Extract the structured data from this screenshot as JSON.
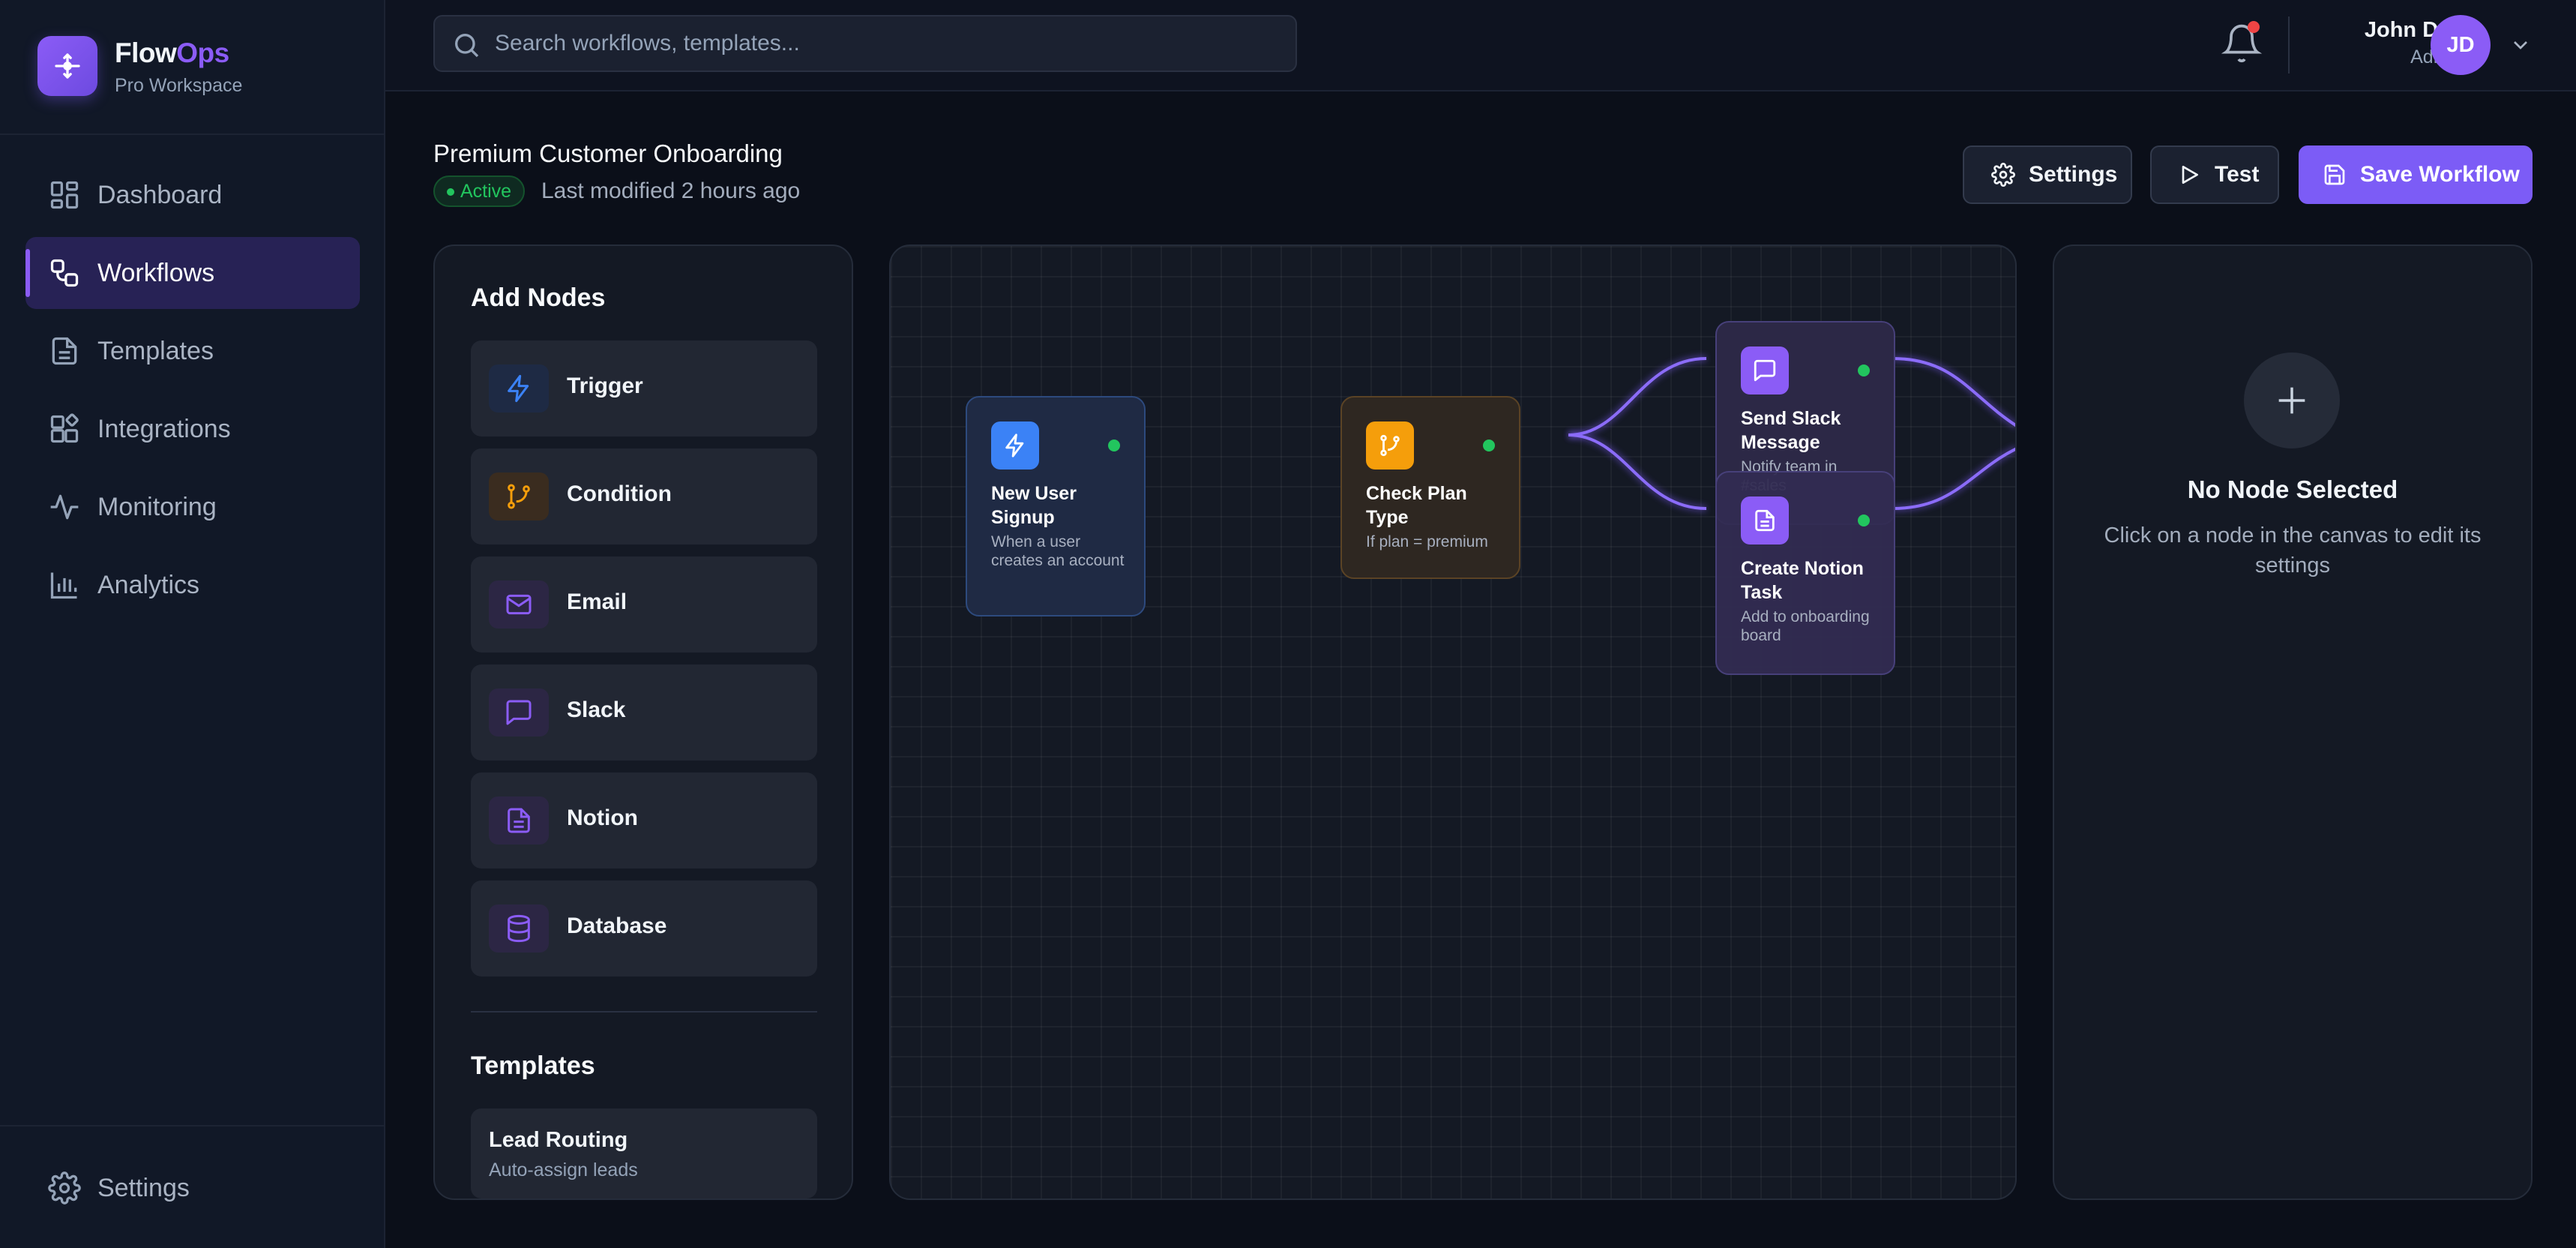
{
  "app": {
    "name_primary": "Flow",
    "name_accent": "Ops",
    "workspace": "Pro Workspace"
  },
  "sidebar": {
    "items": [
      {
        "label": "Dashboard",
        "icon": "dashboard-icon"
      },
      {
        "label": "Workflows",
        "icon": "workflow-icon",
        "active": true
      },
      {
        "label": "Templates",
        "icon": "file-icon"
      },
      {
        "label": "Integrations",
        "icon": "integrations-icon"
      },
      {
        "label": "Monitoring",
        "icon": "activity-icon"
      },
      {
        "label": "Analytics",
        "icon": "bar-chart-icon"
      }
    ],
    "footer_settings": "Settings"
  },
  "topbar": {
    "search_placeholder": "Search workflows, templates...",
    "user_name": "John Doe",
    "user_role": "Admin",
    "avatar_initials": "JD"
  },
  "workflow": {
    "title": "Premium Customer Onboarding",
    "status": "Active",
    "modified": "Last modified 2 hours ago"
  },
  "actions": {
    "settings": "Settings",
    "test": "Test",
    "save": "Save Workflow"
  },
  "add_nodes": {
    "title": "Add Nodes",
    "items": [
      {
        "label": "Trigger",
        "icon": "bolt-icon",
        "color": "#3b82f6"
      },
      {
        "label": "Condition",
        "icon": "branch-icon",
        "color": "#f59e0b"
      },
      {
        "label": "Email",
        "icon": "mail-icon",
        "color": "#8b5cf6"
      },
      {
        "label": "Slack",
        "icon": "message-icon",
        "color": "#8b5cf6"
      },
      {
        "label": "Notion",
        "icon": "document-icon",
        "color": "#8b5cf6"
      },
      {
        "label": "Database",
        "icon": "database-icon",
        "color": "#8b5cf6"
      }
    ]
  },
  "templates": {
    "title": "Templates",
    "items": [
      {
        "name": "Lead Routing",
        "desc": "Auto-assign leads"
      }
    ]
  },
  "canvas": {
    "nodes": [
      {
        "id": "signup",
        "title": "New User Signup",
        "desc": "When a user creates an account",
        "icon": "bolt-icon",
        "color": "#3b82f6"
      },
      {
        "id": "plan",
        "title": "Check Plan Type",
        "desc": "If plan = premium",
        "icon": "branch-icon",
        "color": "#f59e0b"
      },
      {
        "id": "slack",
        "title": "Send Slack Message",
        "desc": "Notify team in #sales",
        "icon": "message-icon",
        "color": "#8b5cf6"
      },
      {
        "id": "notion",
        "title": "Create Notion Task",
        "desc": "Add to onboarding board",
        "icon": "document-icon",
        "color": "#8b5cf6"
      }
    ],
    "connection_color": "#7c5cf6",
    "status_color": "#22c55e"
  },
  "properties": {
    "empty_title": "No Node Selected",
    "empty_text": "Click on a node in the canvas to edit its settings"
  },
  "colors": {
    "accent": "#8b5cf6",
    "background": "#0b0f19",
    "panel": "#141924"
  }
}
